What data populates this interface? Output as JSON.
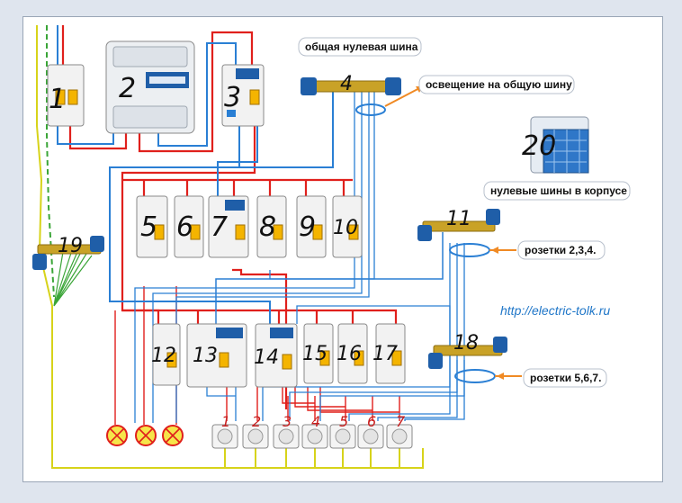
{
  "labels": {
    "neutral_bus": "общая нулевая шина",
    "lighting": "освещение на общую шину",
    "enclosed_buses": "нулевые шины в корпусе",
    "sockets_234": "розетки 2,3,4.",
    "sockets_567": "розетки 5,6,7.",
    "url": "http://electric-tolk.ru"
  },
  "numbers": {
    "n1": "1",
    "n2": "2",
    "n3": "3",
    "n4": "4",
    "n5": "5",
    "n6": "6",
    "n7": "7",
    "n8": "8",
    "n9": "9",
    "n10": "10",
    "n11": "11",
    "n12": "12",
    "n13": "13",
    "n14": "14",
    "n15": "15",
    "n16": "16",
    "n17": "17",
    "n18": "18",
    "n19": "19",
    "n20": "20"
  },
  "outlets": [
    "1",
    "2",
    "3",
    "4",
    "5",
    "6",
    "7"
  ],
  "colors": {
    "phase": "#e0201c",
    "neutral": "#2a7fd4",
    "earth": "#d7d31a",
    "earth_green": "#3aa537",
    "breaker": "#f2f2f2",
    "handle": "#f4b400",
    "bus_block": "#1f5ea8",
    "bus_bar": "#c9a227",
    "lamp": "#f6e54a"
  },
  "icons": {
    "breaker": "circuit-breaker-icon",
    "rcbo": "rcbo-icon",
    "meter": "electric-meter-icon",
    "bus": "neutral-bus-icon",
    "outlet": "socket-outlet-icon",
    "lamp": "lamp-icon"
  }
}
